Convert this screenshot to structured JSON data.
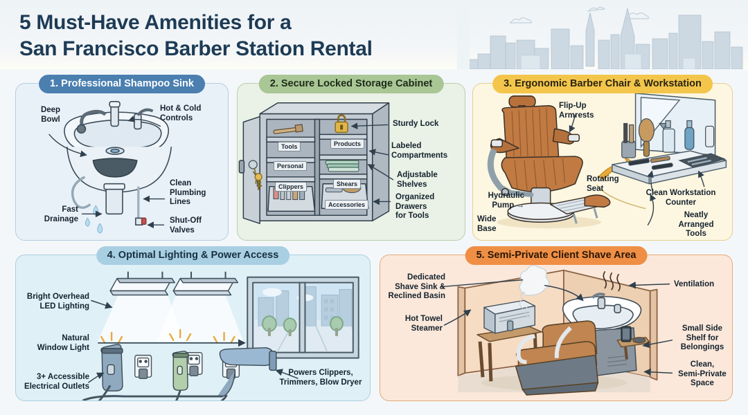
{
  "header": {
    "title_line1": "5 Must-Have Amenities for a",
    "title_line2": "San Francisco Barber Station Rental",
    "skyline_alt": "san-francisco-skyline"
  },
  "colors": {
    "page_background": "#f4f7f9",
    "title_text": "#1d3b55",
    "panel1_accent": "#4a7fb0",
    "panel2_accent": "#a9c695",
    "panel3_accent": "#f3c64b",
    "panel4_accent": "#a9cfe3",
    "panel5_accent": "#ef8f45"
  },
  "panels": [
    {
      "id": "professional-shampoo-sink",
      "title": "1. Professional Shampoo Sink",
      "labels": {
        "deep_bowl": "Deep\nBowl",
        "hot_cold_controls": "Hot & Cold\nControls",
        "clean_plumbing_lines": "Clean\nPlumbing\nLines",
        "fast_drainage": "Fast\nDrainage",
        "shut_off_valves": "Shut-Off\nValves"
      }
    },
    {
      "id": "secure-locked-storage-cabinet",
      "title": "2. Secure Locked Storage Cabinet",
      "labels": {
        "sturdy_lock": "Sturdy Lock",
        "labeled_compartments": "Labeled\nCompartments",
        "adjustable_shelves": "Adjustable\nShelves",
        "organized_drawers": "Organized\nDrawers\nfor Tools"
      },
      "compartment_tags": [
        "Tools",
        "Products",
        "Personal",
        "Clippers",
        "Shears",
        "Accessories"
      ]
    },
    {
      "id": "ergonomic-barber-chair-workstation",
      "title": "3. Ergonomic Barber Chair & Workstation",
      "labels": {
        "flip_up_armrests": "Flip-Up\nArmrests",
        "rotating_seat": "Rotating\nSeat",
        "hydraulic_pump": "Hydraulic\nPump →",
        "wide_base": "Wide\nBase",
        "clean_workstation_counter": "Clean Workstation\nCounter",
        "neatly_arranged_tools": "Neatly\nArranged\nTools"
      }
    },
    {
      "id": "optimal-lighting-power-access",
      "title": "4. Optimal Lighting & Power Access",
      "labels": {
        "bright_overhead_led": "Bright Overhead\nLED Lighting",
        "natural_window_light": "Natural\nWindow Light",
        "accessible_outlets": "3+ Accessible\nElectrical Outlets",
        "powers_devices": "Powers Clippers,\nTrimmers, Blow Dryer"
      }
    },
    {
      "id": "semi-private-client-shave-area",
      "title": "5. Semi-Private Client Shave Area",
      "labels": {
        "dedicated_shave_sink": "Dedicated\nShave Sink &\nReclined Basin",
        "hot_towel_steamer": "Hot Towel\nSteamer",
        "ventilation": "Ventilation",
        "small_side_shelf": "Small Side\nShelf for\nBelongings",
        "clean_semi_private": "Clean,\nSemi-Private\nSpace"
      }
    }
  ]
}
